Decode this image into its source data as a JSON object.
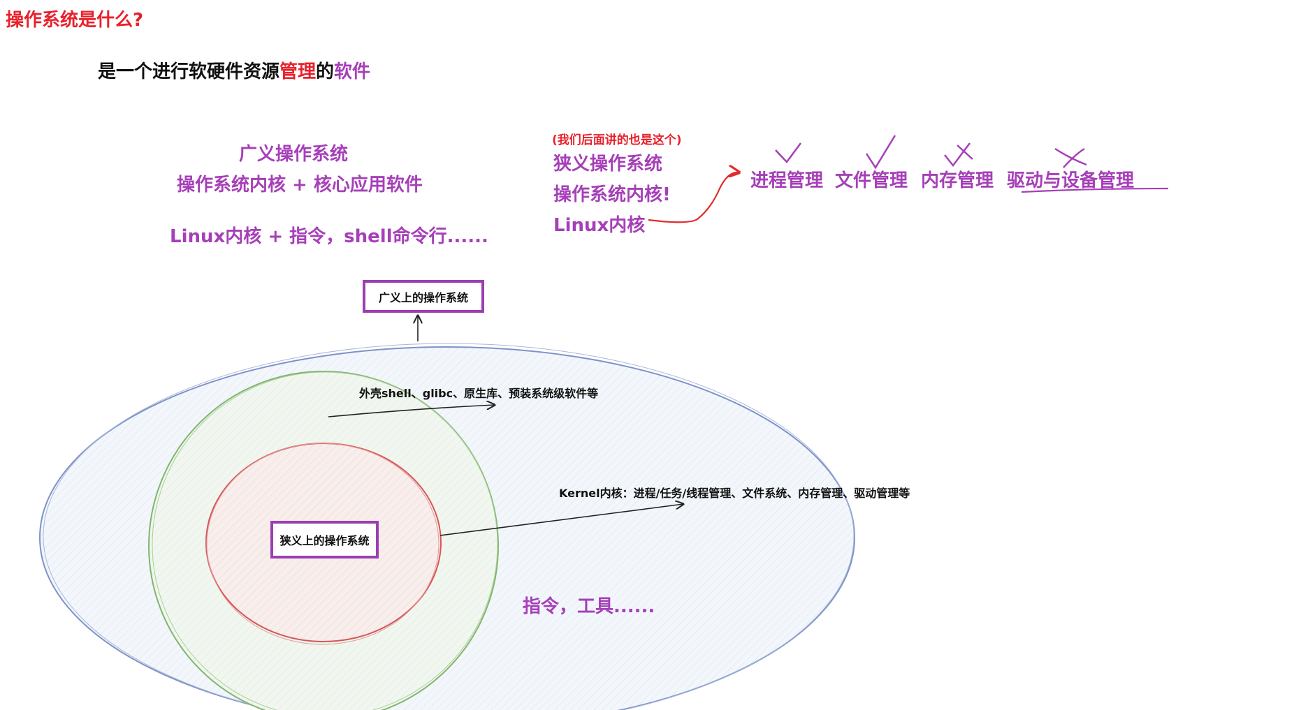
{
  "header": {
    "title": "操作系统是什么?",
    "subtitle_parts": [
      "是一个进行软硬件资源",
      "管理",
      "的",
      "软件"
    ]
  },
  "broad": {
    "title": "广义操作系统",
    "definition": "操作系统内核 + 核心应用软件",
    "example": "Linux内核 + 指令，shell命令行......"
  },
  "narrow": {
    "note": "(我们后面讲的也是这个)",
    "title": "狭义操作系统",
    "definition": "操作系统内核!",
    "example": "Linux内核"
  },
  "management": [
    "进程管理",
    "文件管理",
    "内存管理",
    "驱动与设备管理"
  ],
  "diagram": {
    "outer_box_label": "广义上的操作系统",
    "inner_box_label": "狭义上的操作系统",
    "shell_annotation": "外壳shell、glibc、原生库、预装系统级软件等",
    "kernel_annotation": "Kernel内核：进程/任务/线程管理、文件系统、内存管理、驱动管理等",
    "tools_annotation": "指令，工具......"
  },
  "colors": {
    "title_red": "#e8212b",
    "purple": "#a63fb8",
    "outer_ellipse": "#7f93c9",
    "middle_circle": "#83b56e",
    "inner_circle": "#d4575a"
  }
}
